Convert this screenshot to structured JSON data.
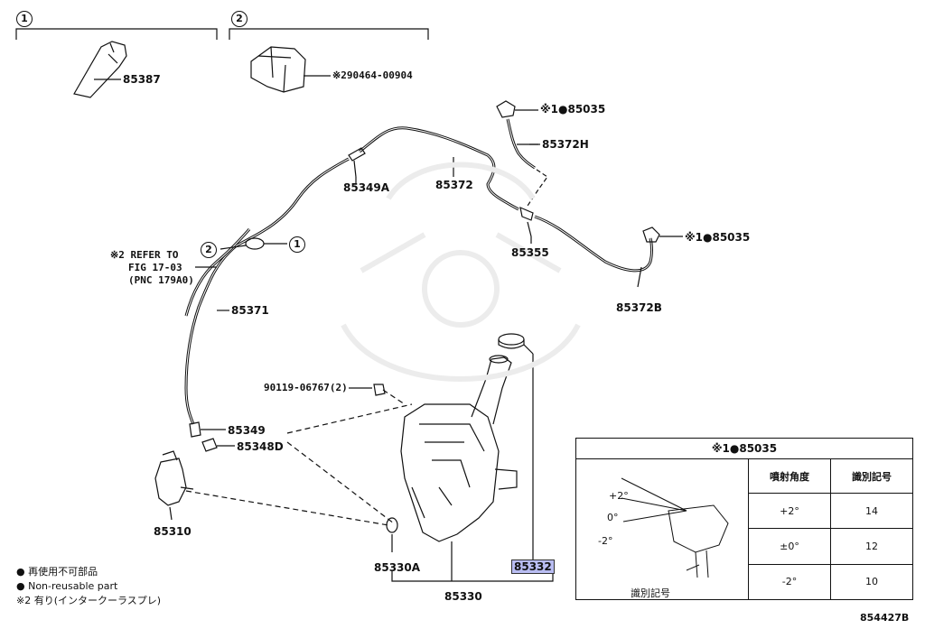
{
  "groups": [
    {
      "number": "1",
      "parts": [
        "85387"
      ]
    },
    {
      "number": "2",
      "parts": [
        "※290464-00904"
      ]
    }
  ],
  "labels": {
    "p85387": "85387",
    "p90464": "※290464-00904",
    "p85035_top": "※1●85035",
    "p85372H": "85372H",
    "p85349A": "85349A",
    "p85372": "85372",
    "p85355": "85355",
    "p85035_right": "※1●85035",
    "p85372B": "85372B",
    "refer_line1": "※2 REFER TO",
    "refer_line2": "FIG 17-03",
    "refer_line3": "(PNC 179A0)",
    "p85371": "85371",
    "p90119": "90119-06767(2)",
    "p85349": "85349",
    "p85348D": "85348D",
    "p85310": "85310",
    "p85330A": "85330A",
    "p85330": "85330",
    "p85332": "85332",
    "circle1": "1",
    "circle2": "2"
  },
  "legend": {
    "line1": "● 再使用不可部品",
    "line2": "● Non-reusable part",
    "line3": "※2 有り(インタークーラスプレ)"
  },
  "table": {
    "title": "※1●85035",
    "col_angle": "噴射角度",
    "col_mark": "識別記号",
    "rows": [
      {
        "angle": "+2°",
        "mark": "14"
      },
      {
        "angle": "±0°",
        "mark": "12"
      },
      {
        "angle": "-2°",
        "mark": "10"
      }
    ],
    "diagram_labels": {
      "plus": "+2°",
      "zero": "0°",
      "minus": "-2°",
      "mark_label": "識別記号"
    }
  },
  "figure_id": "854427B"
}
